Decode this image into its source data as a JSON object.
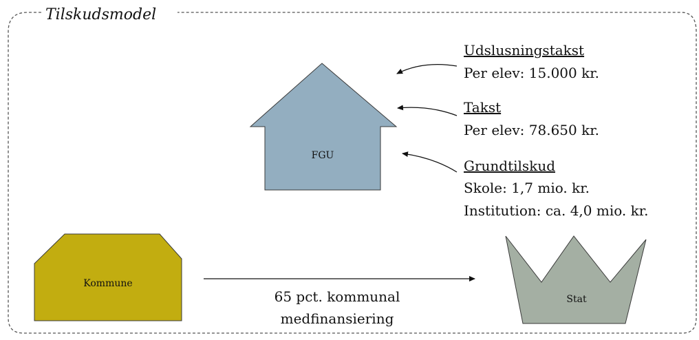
{
  "title": "Tilskudsmodel",
  "entities": {
    "fgu": {
      "label": "FGU",
      "fill": "#93aec0"
    },
    "kommune": {
      "label": "Kommune",
      "fill": "#c2ad10"
    },
    "stat": {
      "label": "Stat",
      "fill": "#a4afa3"
    }
  },
  "funding": {
    "udslusning": {
      "heading": "Udslusningstakst",
      "line1": "Per elev: 15.000 kr."
    },
    "takst": {
      "heading": "Takst",
      "line1": "Per elev: 78.650 kr."
    },
    "grund": {
      "heading": "Grundtilskud",
      "line1": "Skole: 1,7 mio. kr.",
      "line2": "Institution: ca. 4,0 mio. kr."
    }
  },
  "flow": {
    "line1": "65 pct. kommunal",
    "line2": "medfinansiering"
  }
}
